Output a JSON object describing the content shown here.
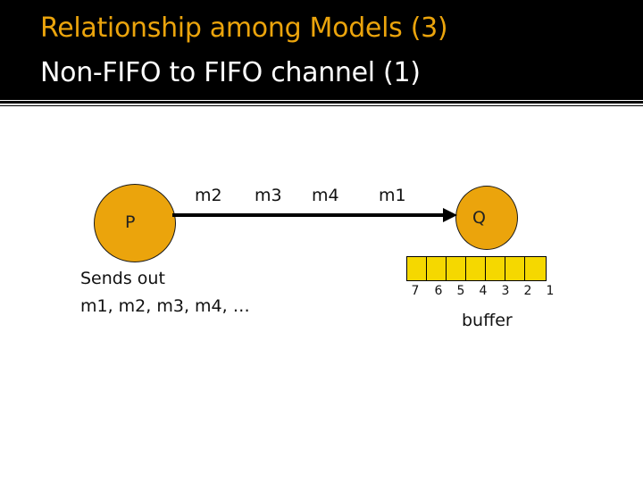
{
  "slide": {
    "title_line1": "Relationship among Models (3)",
    "title_line2": "Non-FIFO to FIFO channel (1)",
    "colors": {
      "title_line1": "#eba40c",
      "title_line2": "#ffffff",
      "title_background": "#000000",
      "node_fill": "#eba40c",
      "buffer_fill": "#f5d800"
    }
  },
  "diagram": {
    "sender_label": "P",
    "receiver_label": "Q",
    "channel_messages": [
      "m2",
      "m3",
      "m4",
      "m1"
    ],
    "sender_caption_line1": "Sends out",
    "sender_caption_line2": "m1, m2, m3, m4, …",
    "buffer_indices": [
      "7",
      "6",
      "5",
      "4",
      "3",
      "2",
      "1"
    ],
    "buffer_label": "buffer"
  }
}
